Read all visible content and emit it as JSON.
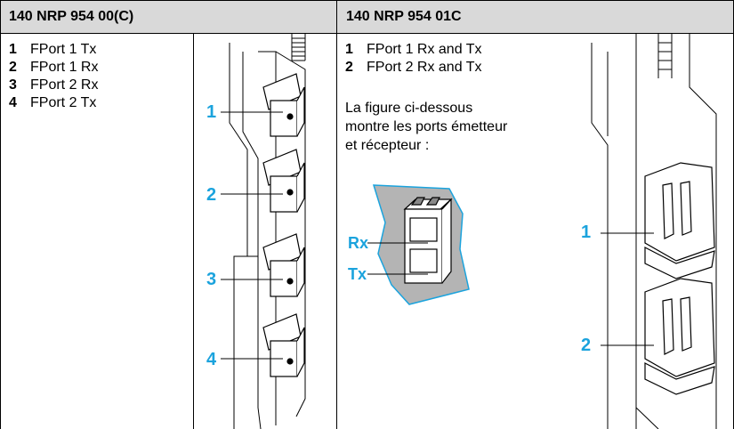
{
  "columns": [
    {
      "header": "140 NRP 954 00(C)",
      "items": [
        {
          "num": "1",
          "label": "FPort 1 Tx"
        },
        {
          "num": "2",
          "label": "FPort 1 Rx"
        },
        {
          "num": "3",
          "label": "FPort 2 Rx"
        },
        {
          "num": "4",
          "label": "FPort 2 Tx"
        }
      ],
      "figure_callouts": [
        "1",
        "2",
        "3",
        "4"
      ]
    },
    {
      "header": "140 NRP 954 01C",
      "items": [
        {
          "num": "1",
          "label": "FPort 1 Rx and Tx"
        },
        {
          "num": "2",
          "label": "FPort 2 Rx and Tx"
        }
      ],
      "note_lines": [
        "La figure ci-dessous",
        "montre les ports émetteur",
        "et récepteur :"
      ],
      "connector_labels": {
        "rx": "Rx",
        "tx": "Tx"
      },
      "figure_callouts": [
        "1",
        "2"
      ]
    }
  ],
  "colors": {
    "header_bg": "#d9d9d9",
    "callout": "#1ba3dd",
    "connector_bg": "#b4b4b4"
  }
}
